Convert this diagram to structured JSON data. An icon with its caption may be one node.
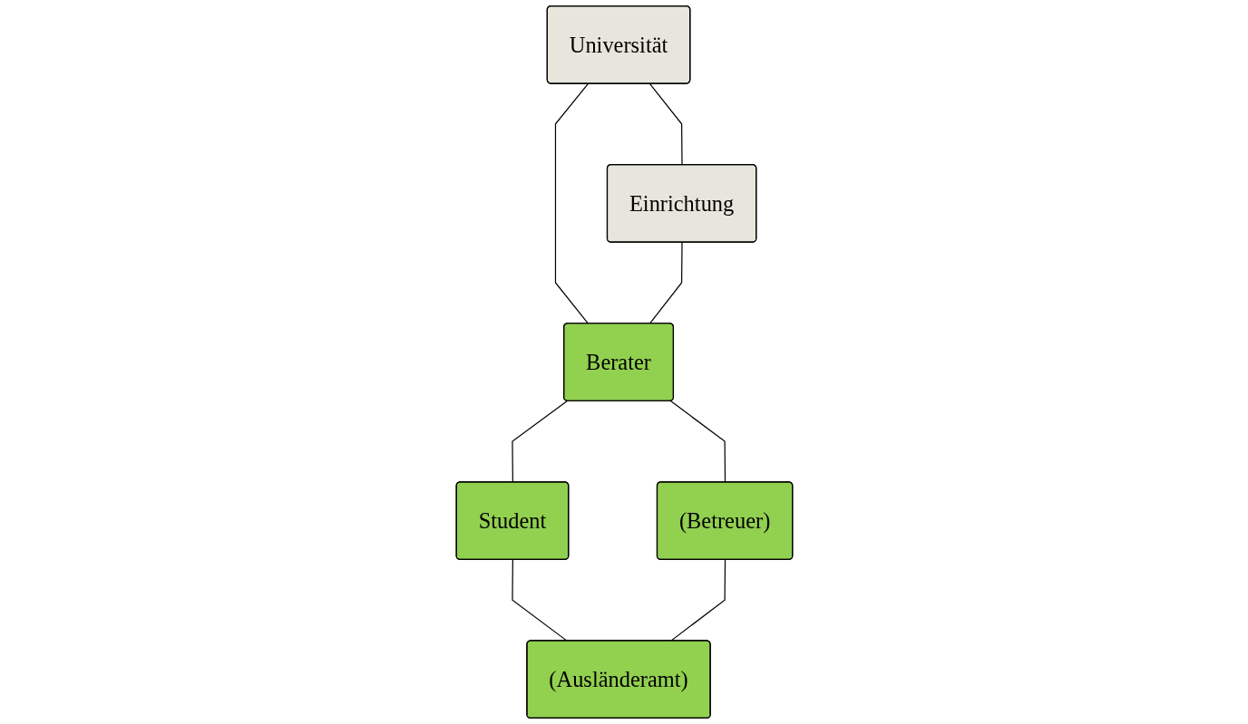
{
  "diagram": {
    "nodes": [
      {
        "text": [
          "Universität"
        ]
      },
      {
        "text": [
          "Einrichtung"
        ]
      },
      {
        "text": [
          "Berater"
        ]
      },
      {
        "text": [
          "Student"
        ]
      },
      {
        "text": [
          "(Betreuer)"
        ]
      },
      {
        "text": [
          "(Ausländeramt)"
        ]
      }
    ],
    "edges": [
      {
        "from": 0,
        "to": 1,
        "arrow": "none"
      },
      {
        "from": 0,
        "to": 2,
        "arrow": "none"
      },
      {
        "from": 1,
        "to": 2,
        "arrow": "none"
      },
      {
        "from": 2,
        "to": 3,
        "arrow": "none"
      },
      {
        "from": 2,
        "to": 4,
        "arrow": "none"
      },
      {
        "from": 3,
        "to": 5,
        "arrow": "none"
      },
      {
        "from": 4,
        "to": 5,
        "arrow": "none"
      }
    ]
  }
}
